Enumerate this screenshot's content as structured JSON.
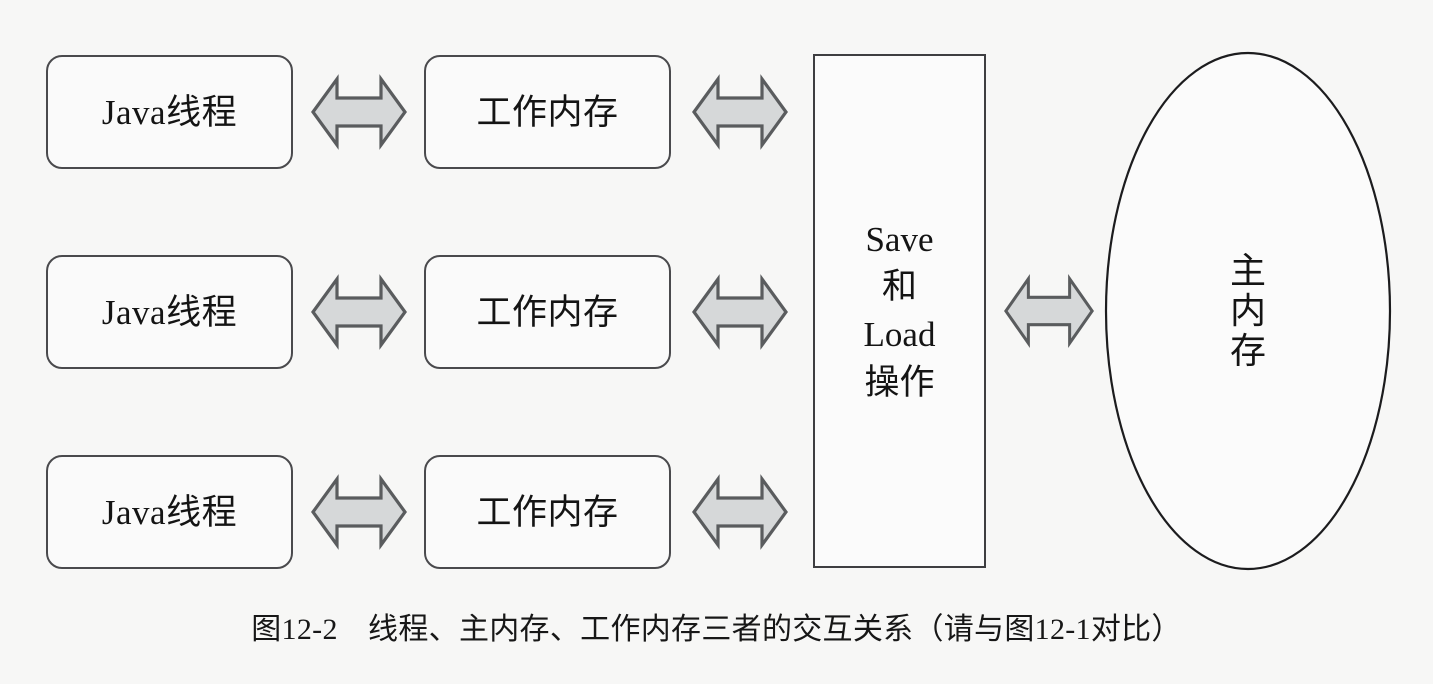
{
  "figure": {
    "caption": "图12-2　线程、主内存、工作内存三者的交互关系（请与图12-1对比）",
    "background_color": "#f7f7f6",
    "box_border_color": "#4a4a4d",
    "arrow_fill_color": "#d6d8d9",
    "arrow_stroke_color": "#5a5c5e",
    "text_color": "#141414"
  },
  "rows": [
    {
      "thread_label": "Java线程",
      "working_memory_label": "工作内存"
    },
    {
      "thread_label": "Java线程",
      "working_memory_label": "工作内存"
    },
    {
      "thread_label": "Java线程",
      "working_memory_label": "工作内存"
    }
  ],
  "save_load": {
    "lines": [
      "Save",
      "和",
      "Load",
      "操作"
    ]
  },
  "main_memory": {
    "chars": [
      "主",
      "内",
      "存"
    ]
  },
  "chart_data": {
    "type": "diagram",
    "title": "图12-2　线程、主内存、工作内存三者的交互关系（请与图12-1对比）",
    "nodes": [
      {
        "id": "thread-1",
        "label": "Java线程",
        "shape": "rounded-rect",
        "column": 1,
        "row": 1
      },
      {
        "id": "thread-2",
        "label": "Java线程",
        "shape": "rounded-rect",
        "column": 1,
        "row": 2
      },
      {
        "id": "thread-3",
        "label": "Java线程",
        "shape": "rounded-rect",
        "column": 1,
        "row": 3
      },
      {
        "id": "working-1",
        "label": "工作内存",
        "shape": "rounded-rect",
        "column": 2,
        "row": 1
      },
      {
        "id": "working-2",
        "label": "工作内存",
        "shape": "rounded-rect",
        "column": 2,
        "row": 2
      },
      {
        "id": "working-3",
        "label": "工作内存",
        "shape": "rounded-rect",
        "column": 2,
        "row": 3
      },
      {
        "id": "save-load",
        "label": "Save 和 Load 操作",
        "shape": "rect",
        "column": 3,
        "row": "all"
      },
      {
        "id": "main-memory",
        "label": "主内存",
        "shape": "ellipse",
        "column": 4,
        "row": "all"
      }
    ],
    "edges": [
      {
        "from": "thread-1",
        "to": "working-1",
        "style": "double-arrow"
      },
      {
        "from": "thread-2",
        "to": "working-2",
        "style": "double-arrow"
      },
      {
        "from": "thread-3",
        "to": "working-3",
        "style": "double-arrow"
      },
      {
        "from": "working-1",
        "to": "save-load",
        "style": "double-arrow"
      },
      {
        "from": "working-2",
        "to": "save-load",
        "style": "double-arrow"
      },
      {
        "from": "working-3",
        "to": "save-load",
        "style": "double-arrow"
      },
      {
        "from": "save-load",
        "to": "main-memory",
        "style": "double-arrow"
      }
    ]
  }
}
